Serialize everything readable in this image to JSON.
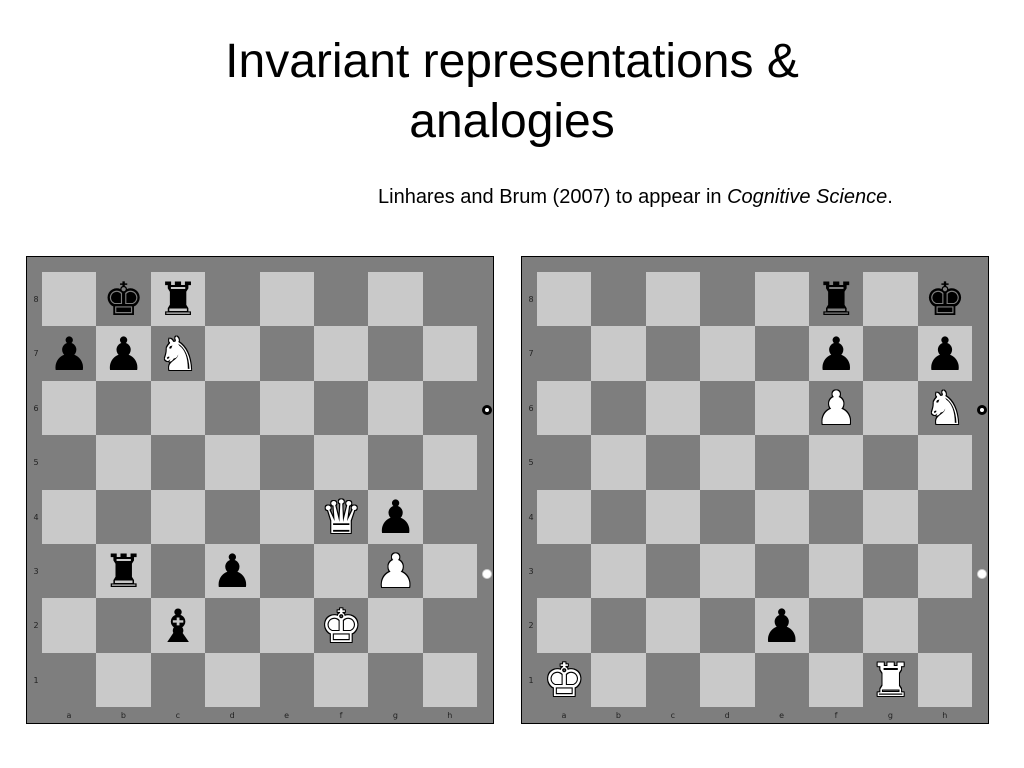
{
  "title_line1": "Invariant representations &",
  "title_line2": "analogies",
  "citation": {
    "text": "Linhares and Brum (2007) to appear in ",
    "journal": "Cognitive Science",
    "end": "."
  },
  "files": [
    "a",
    "b",
    "c",
    "d",
    "e",
    "f",
    "g",
    "h"
  ],
  "ranks": [
    "8",
    "7",
    "6",
    "5",
    "4",
    "3",
    "2",
    "1"
  ],
  "boards": [
    {
      "name": "left-board",
      "pieces": [
        {
          "sq": "b8",
          "type": "king",
          "color": "black"
        },
        {
          "sq": "c8",
          "type": "rook",
          "color": "black"
        },
        {
          "sq": "a7",
          "type": "pawn",
          "color": "black"
        },
        {
          "sq": "b7",
          "type": "pawn",
          "color": "black"
        },
        {
          "sq": "c7",
          "type": "knight",
          "color": "white"
        },
        {
          "sq": "f4",
          "type": "queen",
          "color": "white"
        },
        {
          "sq": "g4",
          "type": "pawn",
          "color": "black"
        },
        {
          "sq": "b3",
          "type": "rook",
          "color": "black"
        },
        {
          "sq": "d3",
          "type": "pawn",
          "color": "black"
        },
        {
          "sq": "g3",
          "type": "pawn",
          "color": "white"
        },
        {
          "sq": "c2",
          "type": "bishop",
          "color": "black"
        },
        {
          "sq": "f2",
          "type": "king",
          "color": "white"
        }
      ]
    },
    {
      "name": "right-board",
      "pieces": [
        {
          "sq": "f8",
          "type": "rook",
          "color": "black"
        },
        {
          "sq": "h8",
          "type": "king",
          "color": "black"
        },
        {
          "sq": "f7",
          "type": "pawn",
          "color": "black"
        },
        {
          "sq": "h7",
          "type": "pawn",
          "color": "black"
        },
        {
          "sq": "f6",
          "type": "pawn",
          "color": "white"
        },
        {
          "sq": "h6",
          "type": "knight",
          "color": "white"
        },
        {
          "sq": "e2",
          "type": "pawn",
          "color": "black"
        },
        {
          "sq": "a1",
          "type": "king",
          "color": "white"
        },
        {
          "sq": "g1",
          "type": "rook",
          "color": "white"
        }
      ]
    }
  ]
}
